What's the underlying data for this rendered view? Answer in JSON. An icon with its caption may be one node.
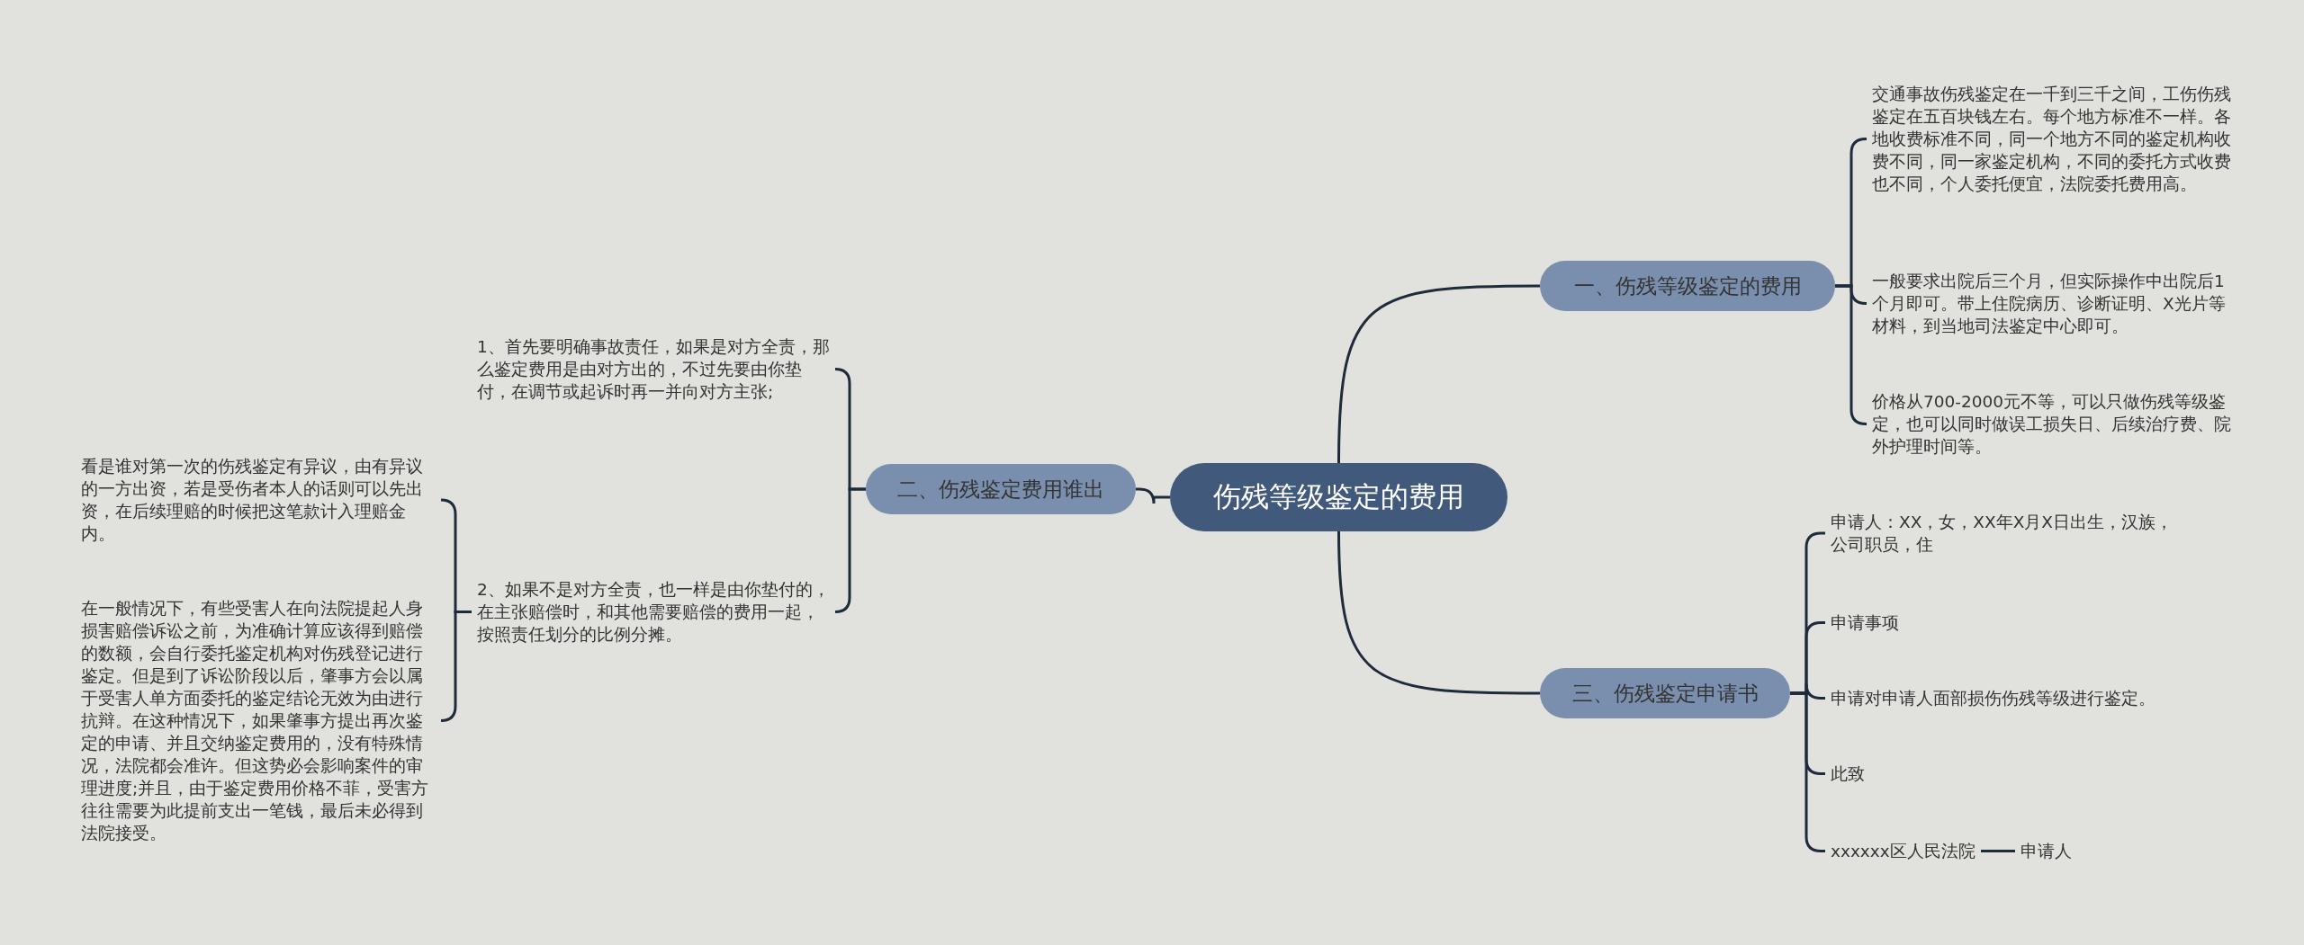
{
  "diagram": {
    "nodes": [
      {
        "text": [
          "伤残等级鉴定的费用"
        ]
      },
      {
        "text": [
          "一、伤残等级鉴定的费用"
        ]
      },
      {
        "text": [
          "交通事故伤残鉴定在一千到三千之间，工伤伤残鉴定在五百块钱左右。每个地方标准不一样。各地收费标准不同，同一个地方不同的鉴定机构收费不同，同一家鉴定机构，不同的委托方式收费也不同，个人委托便宜，法院委托费用高。"
        ]
      },
      {
        "text": [
          "一般要求出院后三个月，但实际操作中出院后1个月即可。带上住院病历、诊断证明、X光片等材料，到当地司法鉴定中心即可。"
        ]
      },
      {
        "text": [
          "价格从700-2000元不等，可以只做伤残等级鉴定，也可以同时做误工损失日、后续治疗费、院外护理时间等。"
        ]
      },
      {
        "text": [
          "二、伤残鉴定费用谁出"
        ]
      },
      {
        "text": [
          "1、首先要明确事故责任，如果是对方全责，那么鉴定费用是由对方出的，不过先要由你垫付，在调节或起诉时再一并向对方主张;"
        ]
      },
      {
        "text": [
          "2、如果不是对方全责，也一样是由你垫付的，在主张赔偿时，和其他需要赔偿的费用一起，按照责任划分的比例分摊。"
        ]
      },
      {
        "text": [
          "看是谁对第一次的伤残鉴定有异议，由有异议的一方出资，若是受伤者本人的话则可以先出资，在后续理赔的时候把这笔款计入理赔金内。"
        ]
      },
      {
        "text": [
          "在一般情况下，有些受害人在向法院提起人身损害赔偿诉讼之前，为准确计算应该得到赔偿的数额，会自行委托鉴定机构对伤残登记进行鉴定。但是到了诉讼阶段以后，肇事方会以属于受害人单方面委托的鉴定结论无效为由进行抗辩。在这种情况下，如果肇事方提出再次鉴定的申请、并且交纳鉴定费用的，没有特殊情况，法院都会准许。但这势必会影响案件的审理进度;并且，由于鉴定费用价格不菲，受害方往往需要为此提前支出一笔钱，最后未必得到法院接受。"
        ]
      },
      {
        "text": [
          "三、伤残鉴定申请书"
        ]
      },
      {
        "text": [
          "申请人：XX，女，XX年X月X日出生，汉族，公司职员，住"
        ]
      },
      {
        "text": [
          "申请事项"
        ]
      },
      {
        "text": [
          "申请对申请人面部损伤伤残等级进行鉴定。"
        ]
      },
      {
        "text": [
          "此致"
        ]
      },
      {
        "text": [
          "xxxxxx区人民法院"
        ]
      },
      {
        "text": [
          "申请人"
        ]
      }
    ],
    "edges": [
      {
        "from": 0,
        "to": 1,
        "arrow": "none"
      },
      {
        "from": 1,
        "to": 2,
        "arrow": "none"
      },
      {
        "from": 1,
        "to": 3,
        "arrow": "none"
      },
      {
        "from": 1,
        "to": 4,
        "arrow": "none"
      },
      {
        "from": 0,
        "to": 5,
        "arrow": "none"
      },
      {
        "from": 5,
        "to": 6,
        "arrow": "none"
      },
      {
        "from": 5,
        "to": 7,
        "arrow": "none"
      },
      {
        "from": 7,
        "to": 8,
        "arrow": "none"
      },
      {
        "from": 7,
        "to": 9,
        "arrow": "none"
      },
      {
        "from": 0,
        "to": 10,
        "arrow": "none"
      },
      {
        "from": 10,
        "to": 11,
        "arrow": "none"
      },
      {
        "from": 10,
        "to": 12,
        "arrow": "none"
      },
      {
        "from": 10,
        "to": 13,
        "arrow": "none"
      },
      {
        "from": 10,
        "to": 14,
        "arrow": "none"
      },
      {
        "from": 10,
        "to": 15,
        "arrow": "none"
      },
      {
        "from": 15,
        "to": 16,
        "arrow": "none"
      }
    ]
  }
}
